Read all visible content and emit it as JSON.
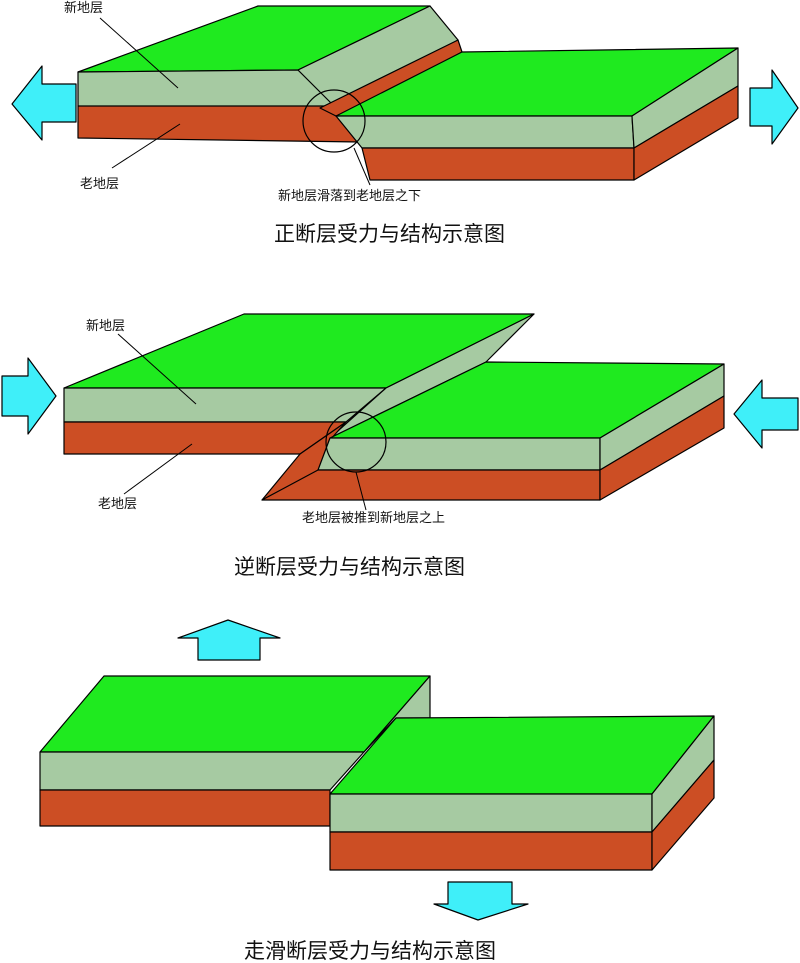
{
  "colors": {
    "top_surface": "#1FEA1F",
    "new_layer": "#A6CAA2",
    "old_layer": "#CC4E24",
    "dark_side_new": "#7FAA80",
    "dark_side_old": "#8E2A12",
    "arrow": "#3FEFF9"
  },
  "normal_fault": {
    "label_new": "新地层",
    "label_old": "老地层",
    "callout": "新地层滑落到老地层之下",
    "caption": "正断层受力与结构示意图",
    "arrow_left_icon": "arrow-left-icon",
    "arrow_right_icon": "arrow-right-icon"
  },
  "reverse_fault": {
    "label_new": "新地层",
    "label_old": "老地层",
    "callout": "老地层被推到新地层之上",
    "caption": "逆断层受力与结构示意图",
    "arrow_right_icon": "arrow-right-icon",
    "arrow_left_icon": "arrow-left-icon"
  },
  "strike_slip_fault": {
    "caption": "走滑断层受力与结构示意图",
    "arrow_up_icon": "arrow-up-icon",
    "arrow_down_icon": "arrow-down-icon"
  }
}
